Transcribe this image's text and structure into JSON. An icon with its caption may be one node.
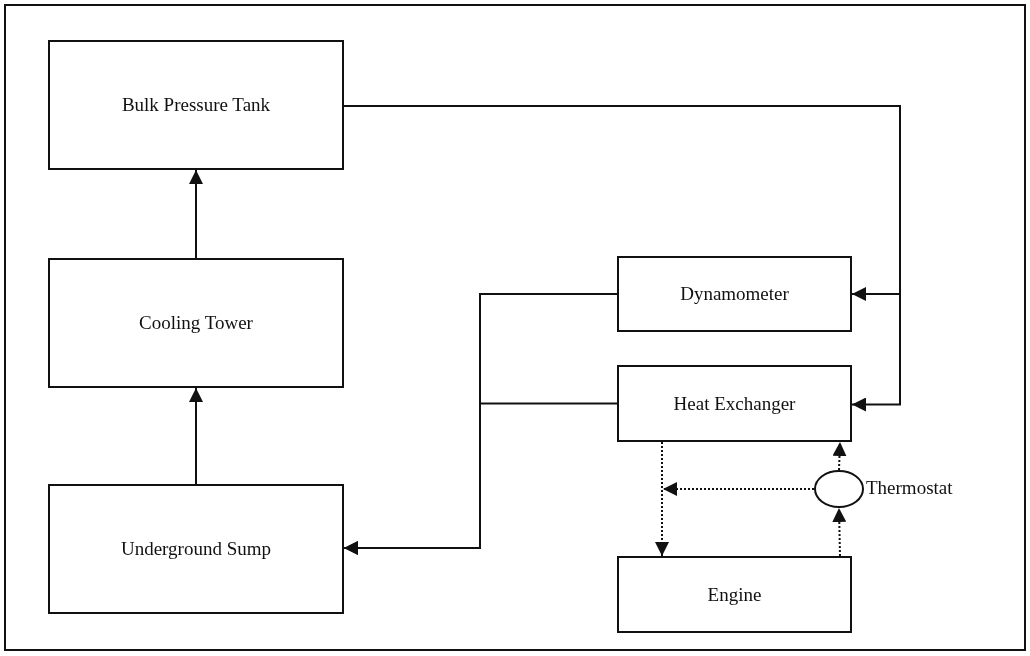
{
  "diagram": {
    "nodes": [
      {
        "text": [
          "Bulk Pressure Tank"
        ]
      },
      {
        "text": [
          "Cooling Tower"
        ]
      },
      {
        "text": [
          "Underground Sump"
        ]
      },
      {
        "text": [
          "Dynamometer"
        ]
      },
      {
        "text": [
          "Heat Exchanger"
        ]
      },
      {
        "text": [
          "Engine"
        ]
      },
      {
        "text": [],
        "shape": "circle",
        "beside": [
          "Thermostat"
        ]
      }
    ],
    "edges": [
      {
        "from": 2,
        "to": 1,
        "arrow": "to"
      },
      {
        "from": 1,
        "to": 0,
        "arrow": "to"
      },
      {
        "from": 0,
        "to": 3,
        "arrow": "to"
      },
      {
        "from": 0,
        "to": 4,
        "arrow": "to"
      },
      {
        "from": 3,
        "to": 2,
        "arrow": "to"
      },
      {
        "from": 4,
        "to": 2,
        "arrow": "to"
      },
      {
        "from": 4,
        "to": 5,
        "arrow": "to",
        "style": "dashed"
      },
      {
        "from": 5,
        "to": 6,
        "arrow": "to",
        "style": "dashed"
      },
      {
        "from": 6,
        "to": 4,
        "arrow": "to",
        "style": "dashed"
      },
      {
        "from": 6,
        "to": null,
        "arrow": "to",
        "style": "dashed"
      }
    ]
  }
}
